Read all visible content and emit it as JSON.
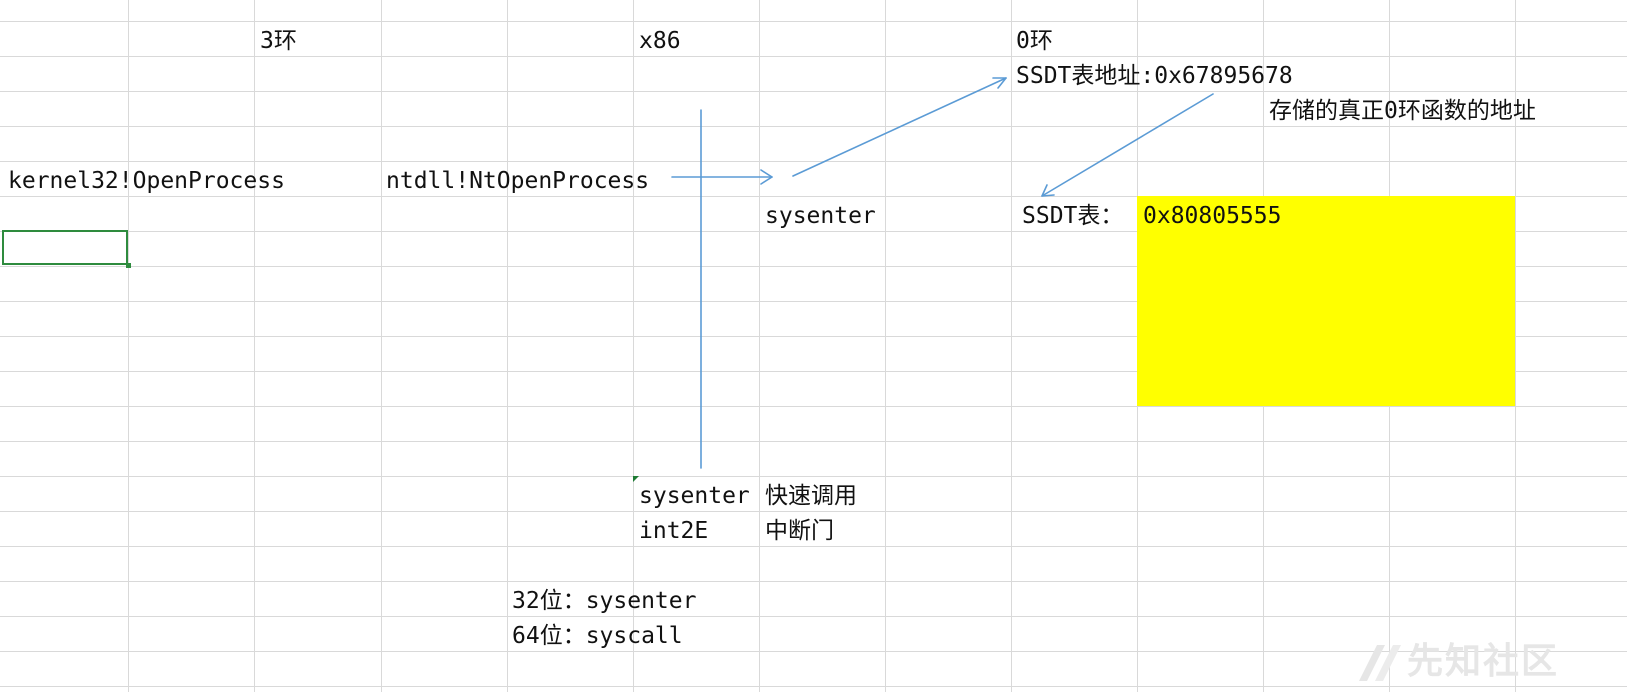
{
  "cells": {
    "ring3_label": "3环",
    "x86_label": "x86",
    "ring0_label": "0环",
    "ssdt_address": "SSDT表地址:0x67895678",
    "ssdt_note": "存储的真正0环函数的地址",
    "kernel32_call": "kernel32!OpenProcess",
    "ntdll_call": "ntdll!NtOpenProcess",
    "sysenter_cell": "sysenter",
    "ssdt_table_label": "SSDT表：",
    "ssdt_entry": "0x80805555",
    "sysenter_row": "sysenter",
    "fast_call_label": "快速调用",
    "int2e_row": "int2E",
    "interrupt_gate_label": "中断门",
    "bit32_note": "32位：sysenter",
    "bit64_note": "64位：syscall"
  },
  "watermark": {
    "text": "先知社区",
    "logo_icon": "xianzhi-logo-icon"
  },
  "colors": {
    "grid": "#d9d9d9",
    "arrow": "#5b9bd5",
    "highlight": "#ffff00",
    "selection": "#2e8b3e"
  }
}
